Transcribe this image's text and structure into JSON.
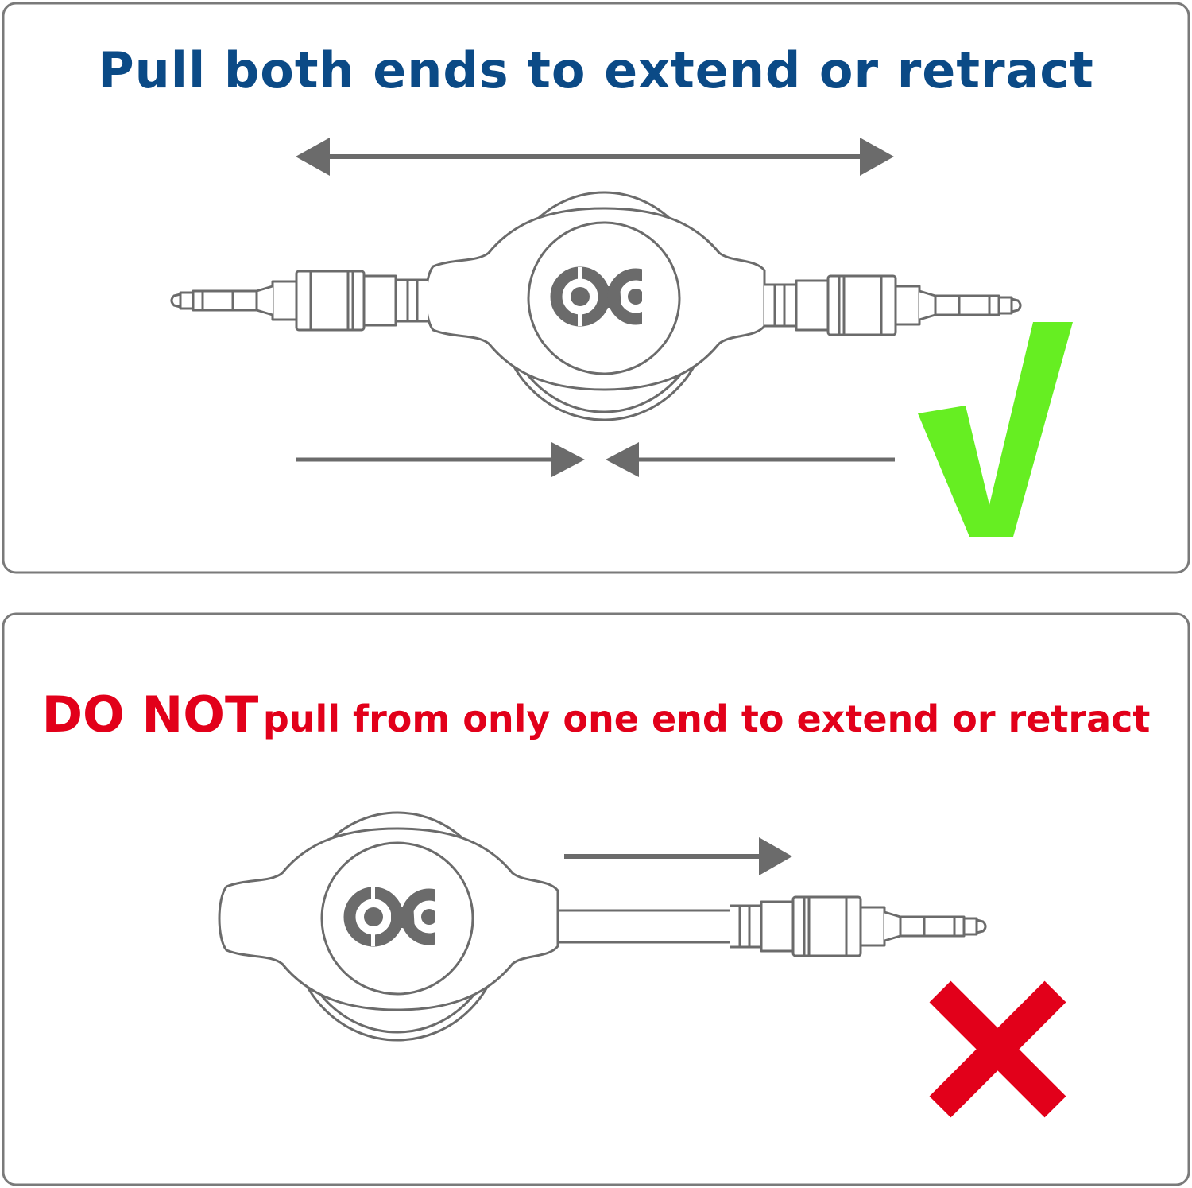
{
  "panels": [
    {
      "title": "Pull both ends to extend or retract",
      "verdict": "check-icon",
      "color": "#0b4a86"
    },
    {
      "title_emphasis": "DO NOT",
      "title_rest": "pull from only one end to extend or retract",
      "verdict": "cross-icon",
      "color": "#e2001a"
    }
  ],
  "colors": {
    "line": "#6b6b6b",
    "check": "#66ee22",
    "cross": "#e2001a",
    "frame": "#7a7a7a"
  }
}
